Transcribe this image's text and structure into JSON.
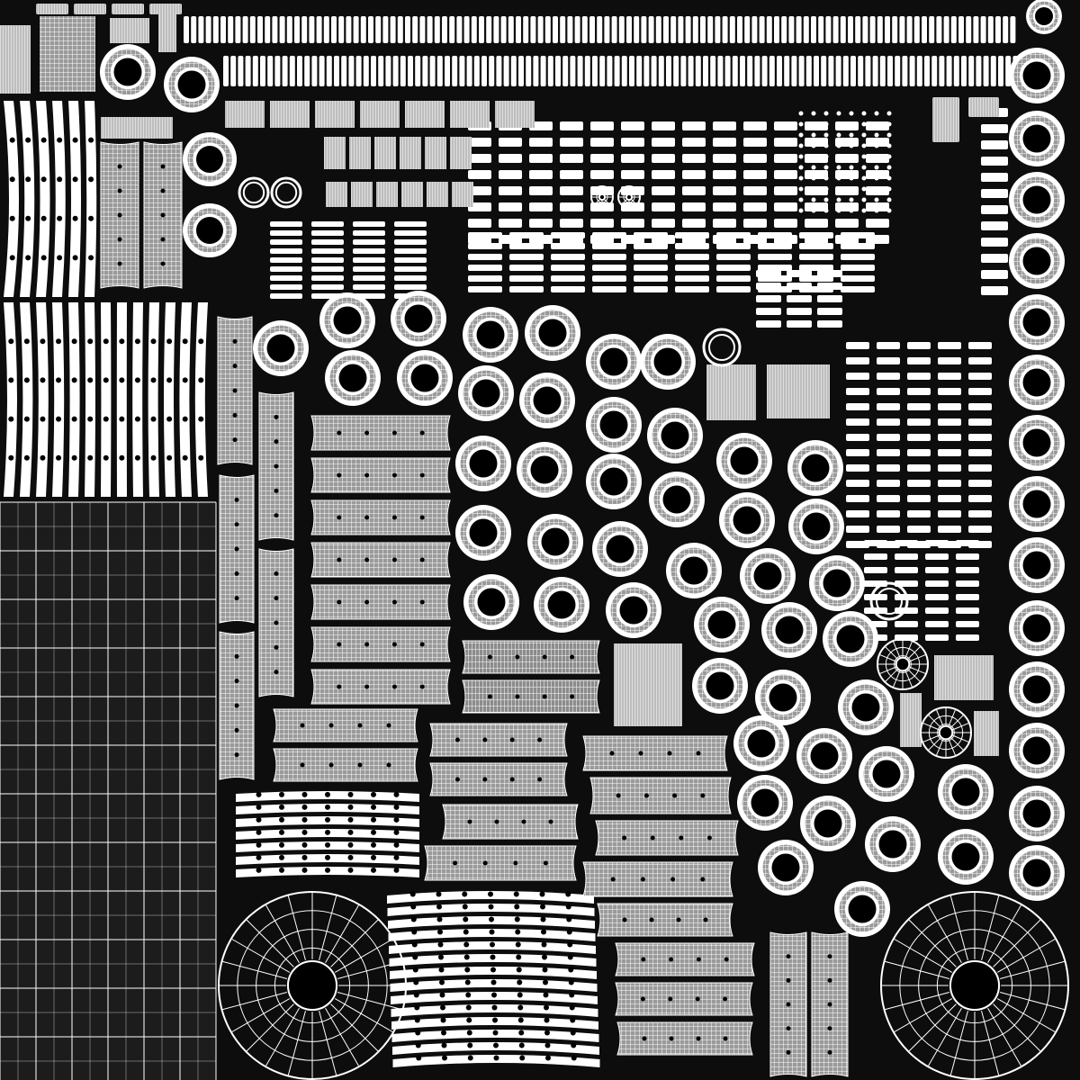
{
  "texture": {
    "kind": "uv-wireframe-texture-atlas",
    "background_color": "#0d0d0d",
    "wire_color": "#ffffff",
    "hole_color": "#000000"
  },
  "islands": {
    "rings": "ring-island",
    "radial_discs": "radial-disc-island",
    "pads": "rubber-pad-island",
    "curved_strips": "curved-strip-island",
    "vertical_pads": "vertical-pad-island",
    "bars": "small-bar-island",
    "grid_block": "grid-block-island"
  }
}
